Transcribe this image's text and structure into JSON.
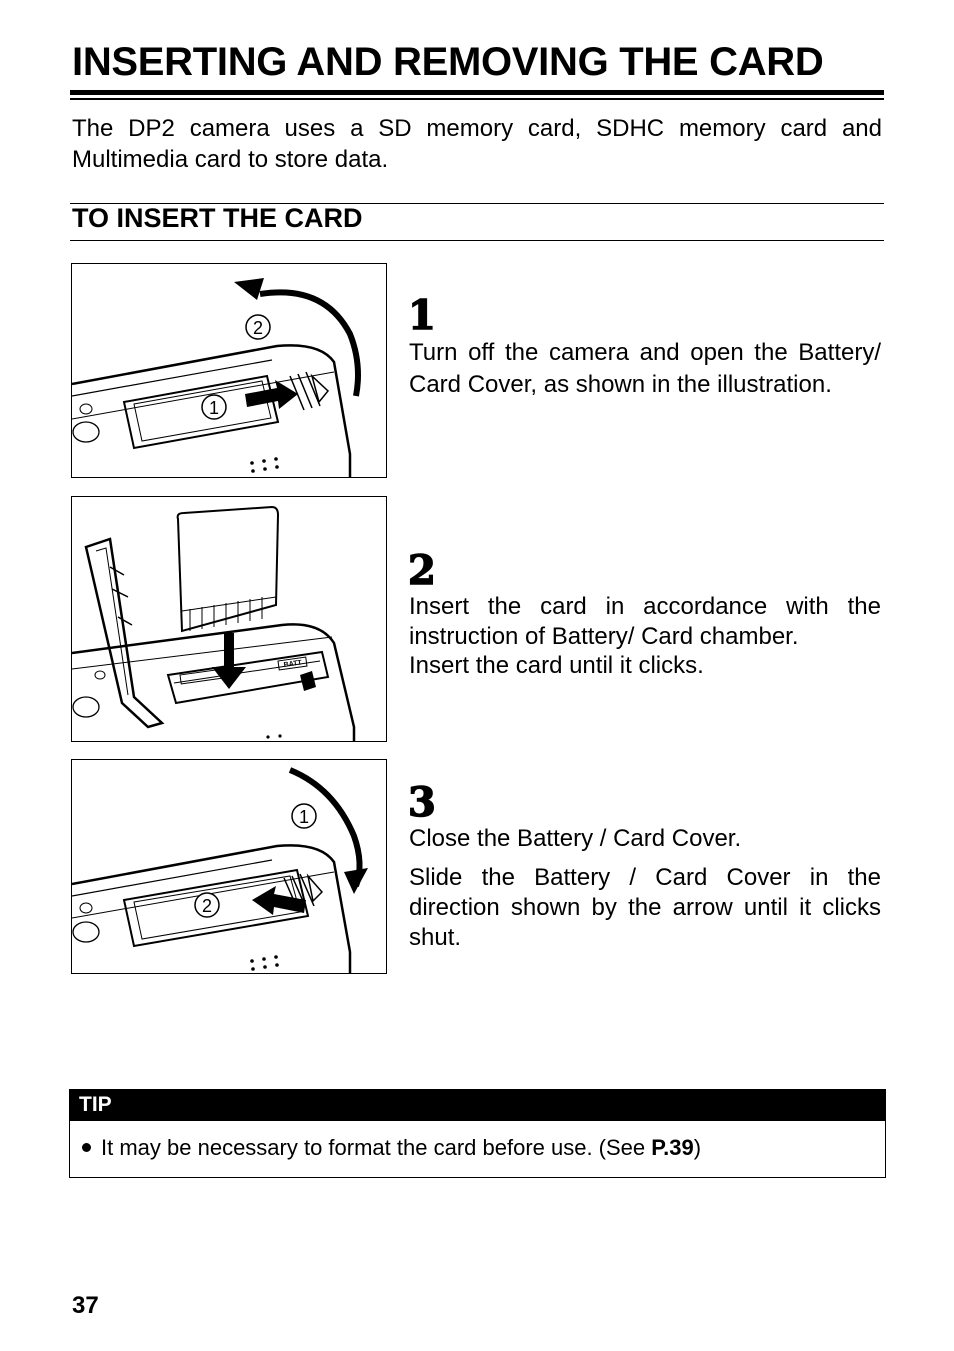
{
  "page": {
    "title": "INSERTING AND REMOVING THE CARD",
    "intro": "The DP2 camera uses a SD memory card, SDHC memory card and Multimedia card to store data.",
    "subtitle": "TO INSERT THE CARD",
    "page_number": "37"
  },
  "steps": [
    {
      "number": "1",
      "text": "Turn off the camera and open the Battery/ Card Cover, as shown in the illustration."
    },
    {
      "number": "2",
      "lines": [
        "Insert the card in accordance with the instruction of Battery/ Card chamber.",
        "Insert the card until it clicks."
      ]
    },
    {
      "number": "3",
      "lines": [
        "Close the Battery / Card Cover.",
        "Slide the Battery / Card Cover in the direction shown by the arrow until it clicks shut."
      ]
    }
  ],
  "illustrations": {
    "one": {
      "marker_a": "2",
      "marker_b": "1"
    },
    "two": {
      "card_slot_label": "BATT"
    },
    "three": {
      "marker_a": "1",
      "marker_b": "2"
    }
  },
  "tip": {
    "label": "TIP",
    "text_before": "It may be necessary to format the card before use. (See ",
    "link": "P.39",
    "text_after": ")"
  }
}
